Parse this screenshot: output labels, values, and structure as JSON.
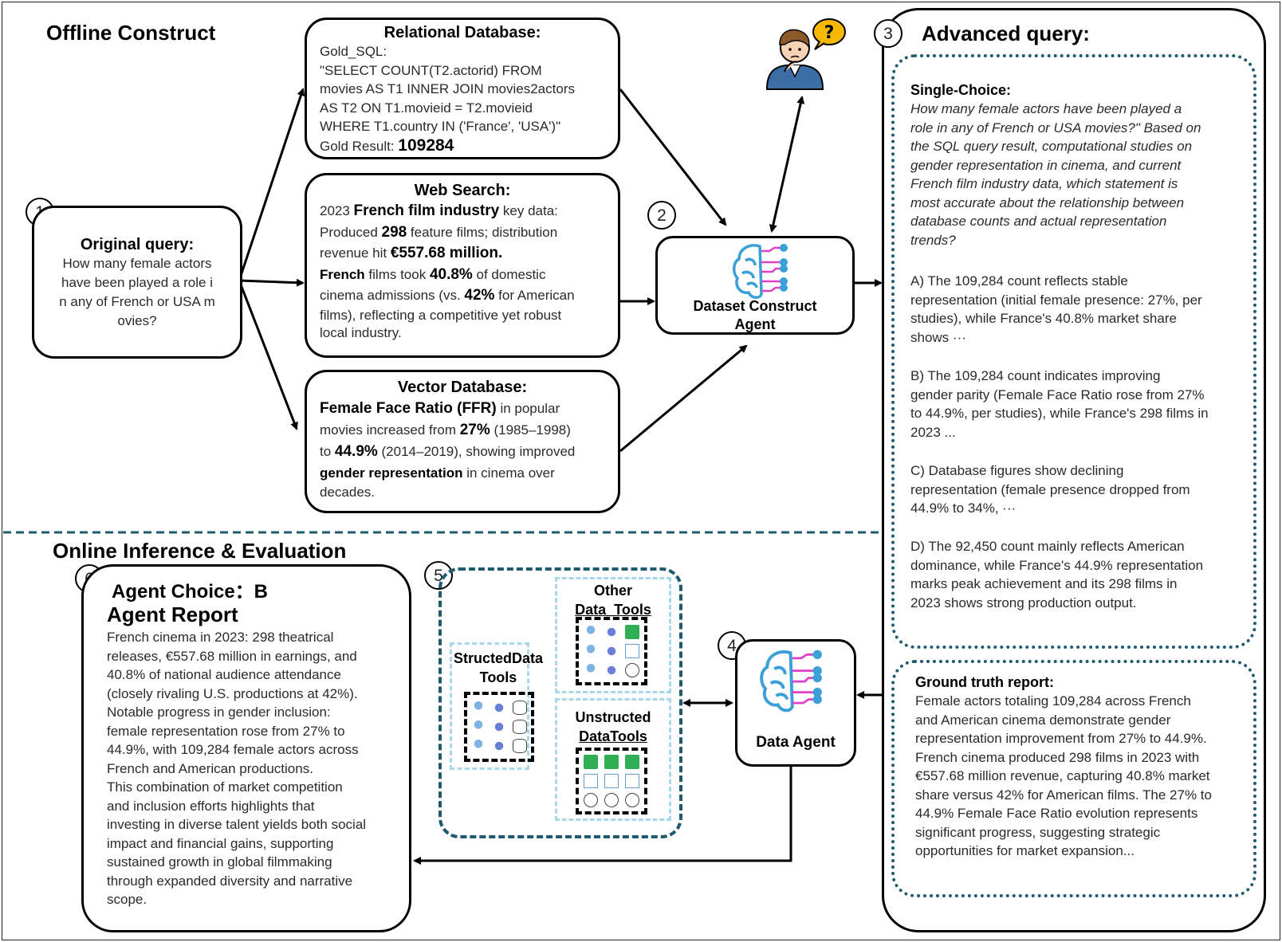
{
  "offline_title": "Offline Construct",
  "online_title": "Online Inference & Evaluation",
  "steps": [
    "1",
    "2",
    "3",
    "4",
    "5",
    "6"
  ],
  "original_query": {
    "title": "Original query:",
    "lines": [
      "How many female actors",
      "have been played a role i",
      "n any of French or USA m",
      "ovies?"
    ]
  },
  "relational_db": {
    "title": "Relational Database:",
    "lines": [
      "Gold_SQL:",
      "\"SELECT COUNT(T2.actorid) FROM",
      "movies AS T1 INNER JOIN movies2actors",
      "AS T2 ON T1.movieid = T2.movieid",
      "WHERE T1.country IN ('France', 'USA')\""
    ],
    "result_label": "Gold Result:",
    "result_value": "109284"
  },
  "web_search": {
    "title": "Web Search:",
    "l1a": "2023 ",
    "l1b": "French film industry",
    "l1c": " key data:",
    "l2a": "Produced ",
    "l2b": "298",
    "l2c": " feature films; distribution",
    "l3a": "revenue hit ",
    "l3b": "€557.68 million.",
    "l4a": "French",
    "l4b": " films took ",
    "l4c": "40.8%",
    "l4d": " of domestic",
    "l5a": "cinema admissions (vs. ",
    "l5b": "42%",
    "l5c": " for American",
    "l6": "films), reflecting a competitive yet robust",
    "l7": "local industry."
  },
  "vector_db": {
    "title": "Vector Database:",
    "l1a": "Female Face Ratio (FFR)",
    "l1b": " in popular",
    "l2a": "movies increased from ",
    "l2b": "27%",
    "l2c": " (1985–1998)",
    "l3a": "to ",
    "l3b": "44.9%",
    "l3c": " (2014–2019), showing improved",
    "l4a": "gender representation",
    "l4b": " in cinema over",
    "l5": "decades."
  },
  "dataset_agent": {
    "label_l1": "Dataset Construct",
    "label_l2": "Agent"
  },
  "advanced": {
    "title": "Advanced query:",
    "single_choice_label": "Single-Choice:",
    "question_lines": [
      "How many female actors have been played a",
      "role in any of French or USA movies?\" Based on",
      "the SQL query result, computational studies on",
      "gender representation in cinema, and current",
      "French film industry data, which statement is",
      "most accurate about the relationship between",
      "database counts and actual representation",
      "trends?"
    ],
    "options": [
      [
        "A) The 109,284 count reflects stable",
        "representation (initial female presence: 27%, per",
        "studies), while France's 40.8% market share",
        "shows ···"
      ],
      [
        "B) The 109,284 count indicates improving",
        "gender parity (Female Face Ratio rose from 27%",
        "to 44.9%, per studies), while France's 298 films in",
        "2023 ..."
      ],
      [
        "C) Database figures show declining",
        "representation (female presence dropped from",
        "44.9% to 34%, ···"
      ],
      [
        "D) The 92,450 count mainly reflects American",
        "dominance, while France's 44.9% representation",
        "marks peak achievement and its 298 films in",
        "2023 shows strong production output."
      ]
    ]
  },
  "ground_truth": {
    "title": "Ground truth report:",
    "lines": [
      "Female actors totaling 109,284 across French",
      "and American cinema demonstrate gender",
      "representation improvement from 27% to 44.9%.",
      "French cinema produced 298 films in 2023 with",
      "€557.68 million revenue, capturing 40.8% market",
      "share versus 42% for American films. The 27% to",
      "44.9% Female Face Ratio evolution represents",
      "significant progress, suggesting strategic",
      "opportunities for market expansion..."
    ]
  },
  "data_agent": {
    "label": "Data Agent"
  },
  "tools": {
    "other_l1": "Other",
    "other_l2": "Data_Tools",
    "structured_l1": "StructedData",
    "structured_l2": "Tools",
    "unstructured_l1": "Unstructed",
    "unstructured_l2": "DataTools"
  },
  "agent_report": {
    "choice_label": "Agent Choice：B",
    "report_title": "Agent Report",
    "lines": [
      "French cinema in 2023: 298 theatrical",
      "releases, €557.68 million in earnings, and",
      "40.8% of national audience attendance",
      "(closely rivaling U.S. productions at 42%).",
      "Notable progress in gender inclusion:",
      "female representation rose from 27% to",
      "44.9%, with 109,284 female actors across",
      "French and American productions.",
      "This combination of market competition",
      "and inclusion efforts highlights that",
      "investing in diverse talent yields both social",
      "impact and financial gains, supporting",
      "sustained growth in global filmmaking",
      "through expanded diversity and narrative",
      "scope."
    ]
  },
  "icons": [
    "user-question-icon",
    "brain-network-icon",
    "robot-icon",
    "database-icon",
    "pdf-icon",
    "image-icon",
    "audio-icon"
  ],
  "colors": {
    "dashed_teal": "#1f5a6e",
    "light_blue": "#a9d8ea",
    "brain_blue": "#3aa0d8",
    "nodes_pink": "#e040c8"
  }
}
